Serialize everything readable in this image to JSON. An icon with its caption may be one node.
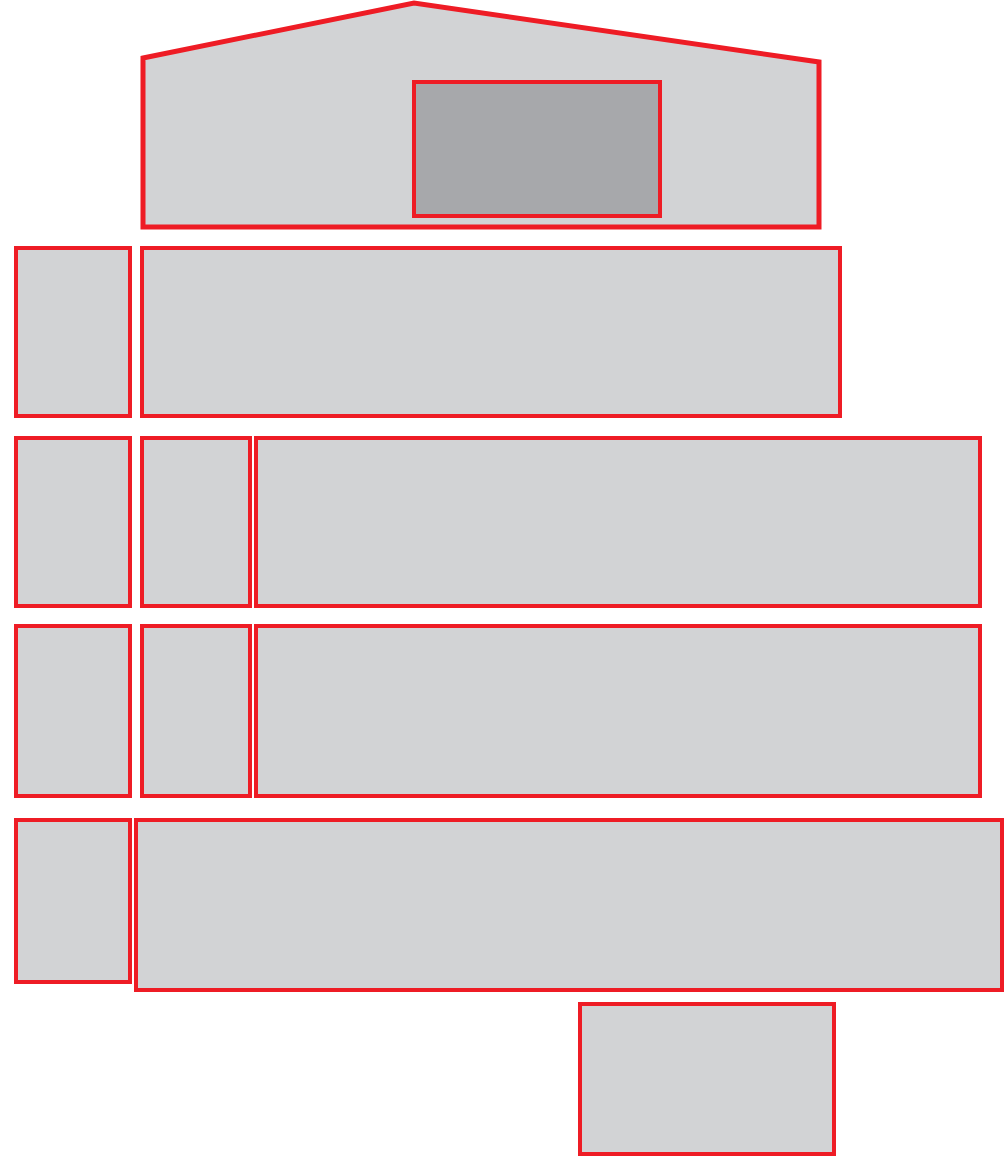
{
  "diagram": {
    "nodes": [
      {
        "text": [],
        "shape": "pentagon"
      },
      {
        "text": [],
        "shape": "box",
        "in": 0
      },
      {
        "text": [],
        "shape": "box"
      },
      {
        "text": [],
        "shape": "box"
      },
      {
        "text": [],
        "shape": "box"
      },
      {
        "text": [],
        "shape": "box"
      },
      {
        "text": [],
        "shape": "box"
      },
      {
        "text": [],
        "shape": "box"
      },
      {
        "text": [],
        "shape": "box"
      },
      {
        "text": [],
        "shape": "box"
      },
      {
        "text": [],
        "shape": "box"
      },
      {
        "text": [],
        "shape": "box"
      },
      {
        "text": [],
        "shape": "box"
      }
    ]
  }
}
